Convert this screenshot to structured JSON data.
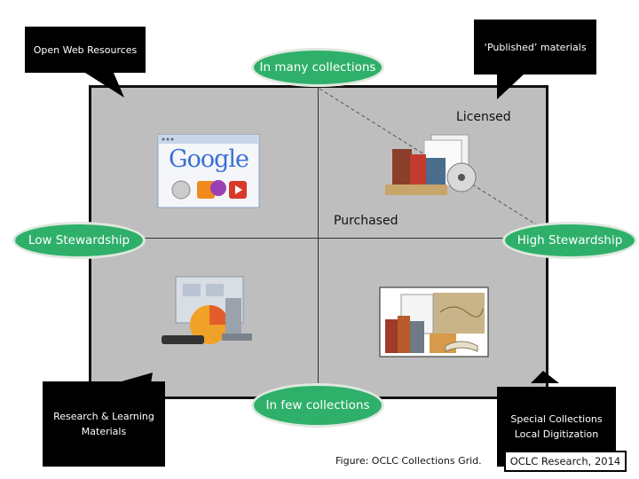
{
  "callouts": {
    "open_web": "Open Web Resources",
    "published": "‘Published’ materials",
    "research": "Research & Learning Materials",
    "special": "Special Collections Local Digitization"
  },
  "ovals": {
    "many": "In many collections",
    "few": "In few collections",
    "low": "Low Stewardship",
    "high": "High Stewardship"
  },
  "labels": {
    "licensed": "Licensed",
    "purchased": "Purchased"
  },
  "logo_text": "Google",
  "caption": "Figure:  OCLC Collections Grid.",
  "credit": "OCLC Research, 2014",
  "icons": [
    "browser-window-icon",
    "books-stack-icon",
    "microscope-chart-icon",
    "old-books-map-icon"
  ],
  "colors": {
    "oval_fill": "#2fb06a",
    "grid_fill": "#bebebe",
    "callout_fill": "#000000"
  }
}
